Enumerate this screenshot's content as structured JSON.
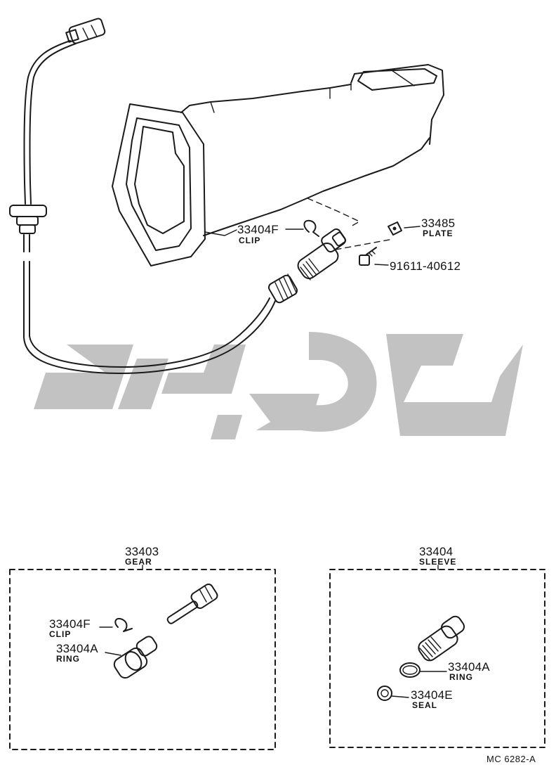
{
  "callouts": {
    "clip_main": {
      "part": "33404F",
      "name": "CLIP"
    },
    "plate": {
      "part": "33485",
      "name": "PLATE"
    },
    "bolt": {
      "part": "91611-40612"
    },
    "gear_box": {
      "part": "33403",
      "name": "GEAR"
    },
    "gear_clip": {
      "part": "33404F",
      "name": "CLIP"
    },
    "gear_ring": {
      "part": "33404A",
      "name": "RING"
    },
    "sleeve_box": {
      "part": "33404",
      "name": "SLEEVE"
    },
    "sleeve_ring": {
      "part": "33404A",
      "name": "RING"
    },
    "sleeve_seal": {
      "part": "33404E",
      "name": "SEAL"
    }
  },
  "footer": {
    "code": "MC  6282-A"
  }
}
